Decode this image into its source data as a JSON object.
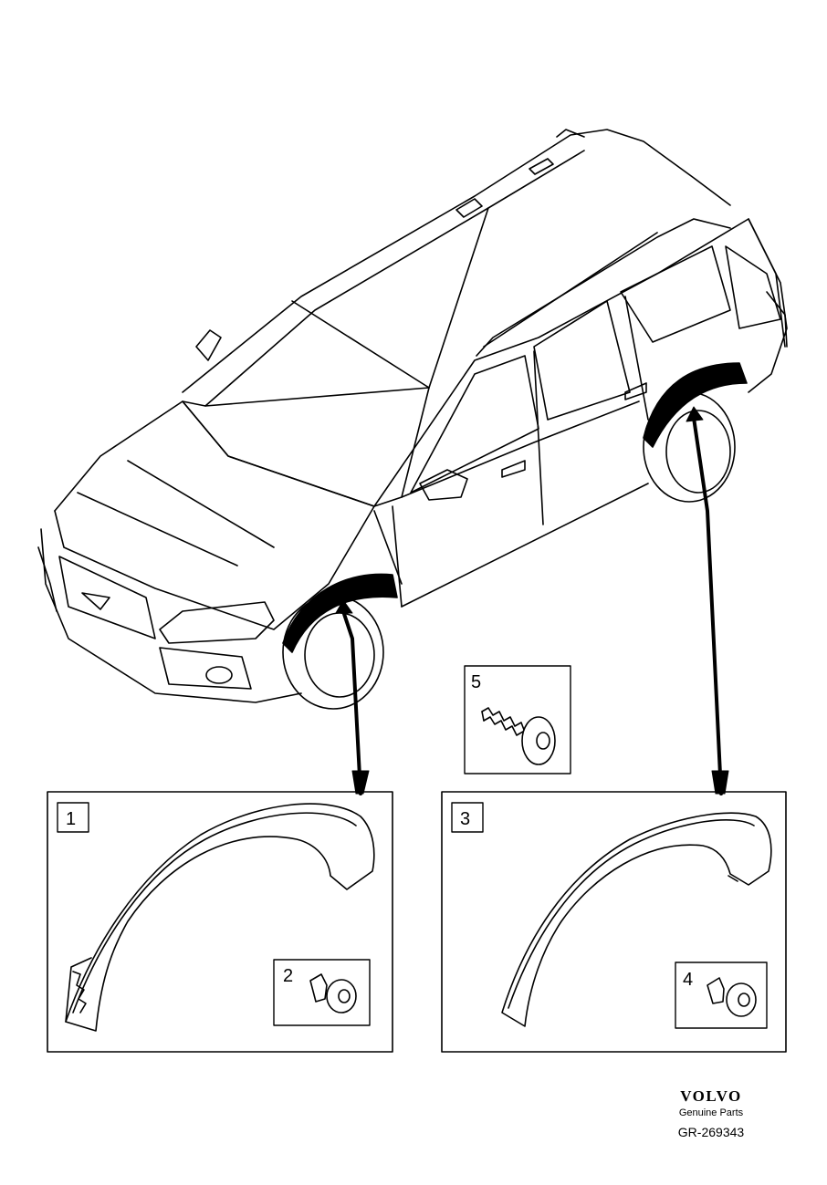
{
  "callouts": {
    "p1": "1",
    "p2": "2",
    "p3": "3",
    "p4": "4",
    "p5": "5"
  },
  "brand": {
    "logo": "VOLVO",
    "tagline": "Genuine Parts"
  },
  "reference": "GR-269343",
  "colors": {
    "line": "#000000",
    "background": "#ffffff"
  }
}
